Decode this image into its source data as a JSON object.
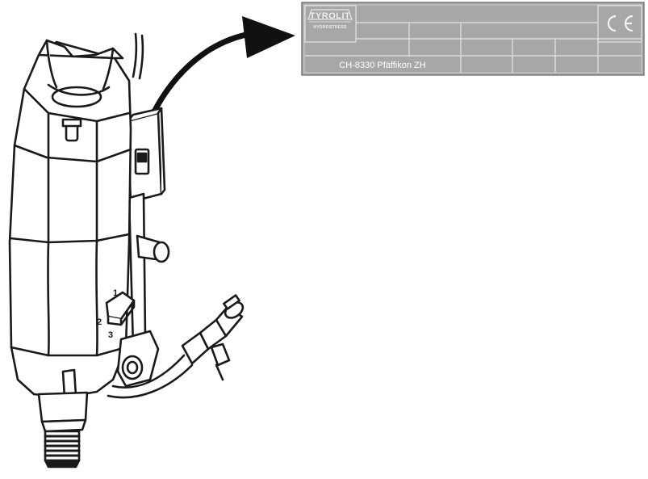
{
  "rating_plate": {
    "address": "CH-8330 Pfäffikon ZH"
  },
  "logo": {
    "brand": "TYROLIT",
    "sub_brand": "HYDROSTRESS"
  },
  "marks": {
    "ce": "CE"
  },
  "colors": {
    "plate_fill": "#a7a7a7",
    "plate_lines": "#d8d8d8",
    "plate_border": "#7a7a7a",
    "drawing_stroke": "#1a1a1a"
  },
  "icons": {
    "arrow": "curved-arrow-icon",
    "logo": "tyrolit-logo-icon",
    "ce": "ce-mark-icon"
  }
}
